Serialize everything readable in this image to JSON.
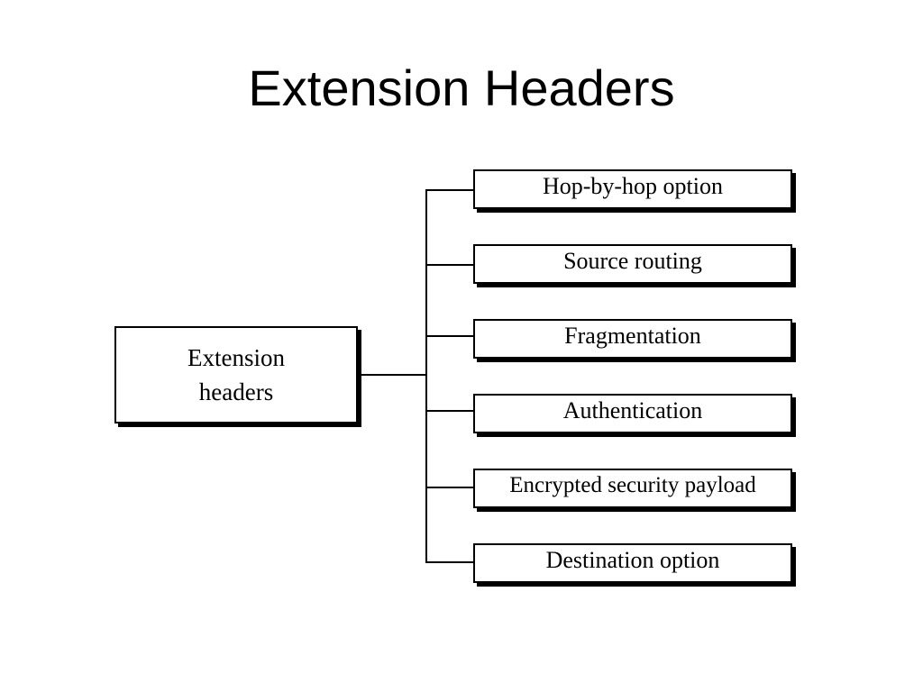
{
  "title": "Extension Headers",
  "diagram": {
    "root": {
      "line1": "Extension",
      "line2": "headers"
    },
    "children": [
      {
        "label": "Hop-by-hop option"
      },
      {
        "label": "Source routing"
      },
      {
        "label": "Fragmentation"
      },
      {
        "label": "Authentication"
      },
      {
        "label": "Encrypted security payload"
      },
      {
        "label": "Destination option"
      }
    ]
  }
}
